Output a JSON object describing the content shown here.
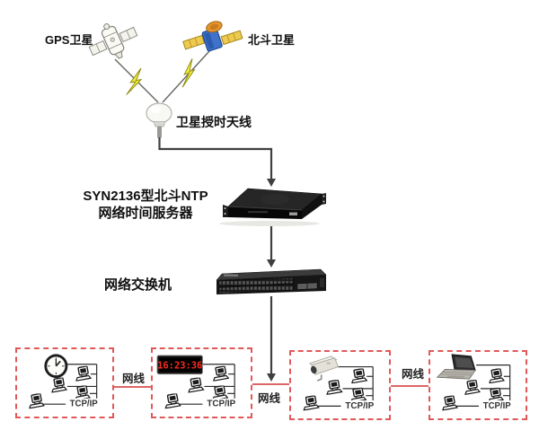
{
  "satellites": {
    "gps_label": "GPS卫星",
    "beidou_label": "北斗卫星"
  },
  "antenna_label": "卫星授时天线",
  "ntp_server": {
    "label_line1": "SYN2136型北斗NTP",
    "label_line2": "网络时间服务器"
  },
  "switch_label": "网络交换机",
  "cable_labels": [
    "网线",
    "网线",
    "网线"
  ],
  "endpoint_groups": [
    {
      "device": "analog-wall-clock",
      "protocol_label": "TCP/IP"
    },
    {
      "device": "digital-led-clock",
      "protocol_label": "TCP/IP",
      "time": "16:23:36"
    },
    {
      "device": "surveillance-camera",
      "protocol_label": "TCP/IP"
    },
    {
      "device": "laptop",
      "protocol_label": "TCP/IP"
    }
  ],
  "colors": {
    "dashed_box_red": "#e25858",
    "cable_red": "#d85050",
    "connector_gray": "#3f3f3f",
    "lightning_yellow": "#f4ef39",
    "led_red": "#ff2a1e"
  }
}
